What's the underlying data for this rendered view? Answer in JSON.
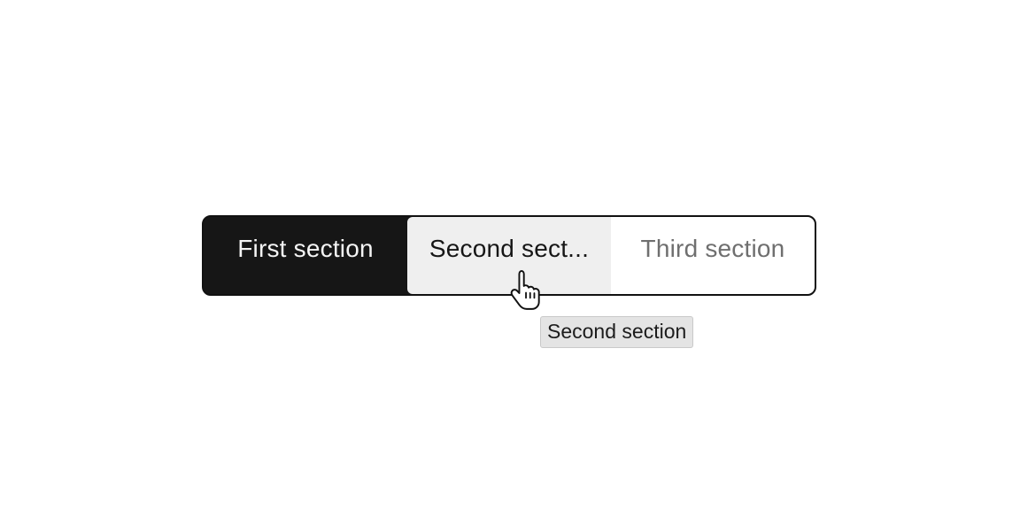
{
  "canvas": {
    "background": "#ffffff"
  },
  "content_switcher": {
    "sections": [
      {
        "label": "First section",
        "state": "selected"
      },
      {
        "label": "Second sect...",
        "full_label": "Second section",
        "state": "hovered"
      },
      {
        "label": "Third section",
        "state": "default"
      }
    ]
  },
  "tooltip": {
    "text": "Second section"
  },
  "cursor": {
    "type": "pointer-hand"
  },
  "colors": {
    "selected_bg": "#161616",
    "selected_text": "#f4f4f4",
    "hovered_bg": "#efefef",
    "hovered_text": "#161616",
    "default_bg": "#ffffff",
    "default_text": "#6f6f6f",
    "switcher_border": "#111111",
    "tooltip_bg": "#e4e4e4",
    "tooltip_border": "#c9c9c9",
    "tooltip_text": "#1c1c1c"
  }
}
